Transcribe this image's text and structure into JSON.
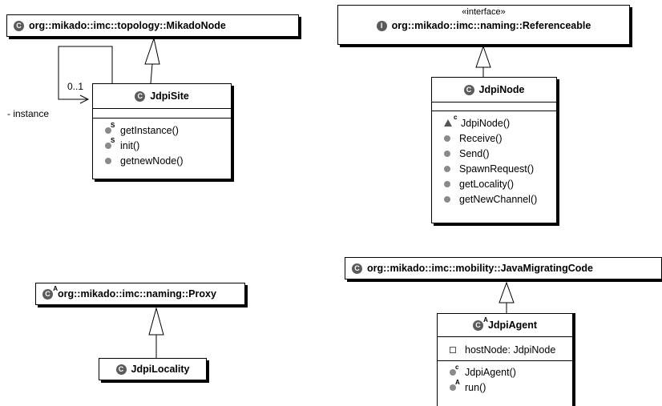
{
  "classes": {
    "mikado_node": {
      "name": "org::mikado::imc::topology::MikadoNode",
      "icon": "C"
    },
    "jdpi_site": {
      "name": "JdpiSite",
      "icon": "C",
      "methods": [
        {
          "name": "getInstance()",
          "marker": "S",
          "icon": "static-method"
        },
        {
          "name": "init()",
          "marker": "S",
          "icon": "static-method"
        },
        {
          "name": "getnewNode()",
          "marker": "",
          "icon": "public-method"
        }
      ]
    },
    "referenceable": {
      "stereotype": "«interface»",
      "name": "org::mikado::imc::naming::Referenceable",
      "icon": "I"
    },
    "jdpi_node": {
      "name": "JdpiNode",
      "icon": "C",
      "methods": [
        {
          "name": "JdpiNode()",
          "marker": "c",
          "icon": "constructor"
        },
        {
          "name": "Receive()",
          "marker": "",
          "icon": "public-method"
        },
        {
          "name": "Send()",
          "marker": "",
          "icon": "public-method"
        },
        {
          "name": "SpawnRequest()",
          "marker": "",
          "icon": "public-method"
        },
        {
          "name": "getLocality()",
          "marker": "",
          "icon": "public-method"
        },
        {
          "name": "getNewChannel()",
          "marker": "",
          "icon": "public-method"
        }
      ]
    },
    "proxy": {
      "name": "org::mikado::imc::naming::Proxy",
      "icon": "C",
      "icon_marker": "A"
    },
    "jdpi_locality": {
      "name": "JdpiLocality",
      "icon": "C"
    },
    "java_migrating_code": {
      "name": "org::mikado::imc::mobility::JavaMigratingCode",
      "icon": "C"
    },
    "jdpi_agent": {
      "name": "JdpiAgent",
      "icon": "C",
      "icon_marker": "A",
      "fields": [
        {
          "name": "hostNode: JdpiNode",
          "icon": "private-field"
        }
      ],
      "methods": [
        {
          "name": "JdpiAgent()",
          "marker": "c",
          "icon": "constructor"
        },
        {
          "name": "run()",
          "marker": "A",
          "icon": "abstract-method"
        }
      ]
    }
  },
  "association": {
    "multiplicity": "0..1",
    "role": "- instance"
  },
  "colors": {
    "line": "#000000",
    "icon": "#5b5b5b",
    "method_icon": "#8a8a8a"
  }
}
